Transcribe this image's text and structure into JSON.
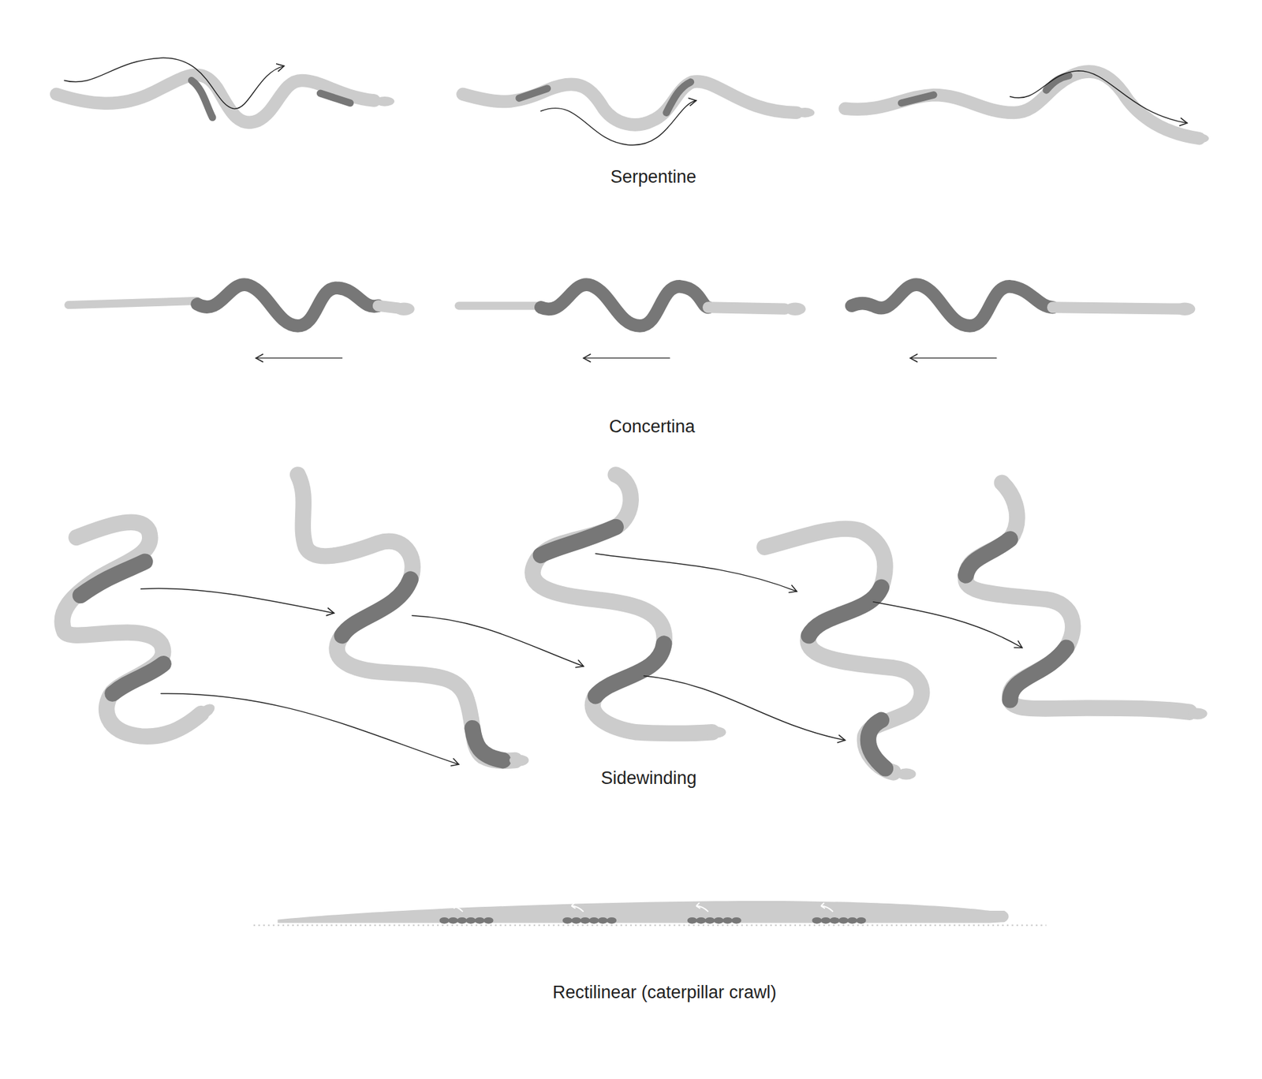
{
  "diagram": {
    "labels": [
      "Serpentine",
      "Concertina",
      "Sidewinding",
      "Rectilinear (caterpillar crawl)"
    ]
  }
}
